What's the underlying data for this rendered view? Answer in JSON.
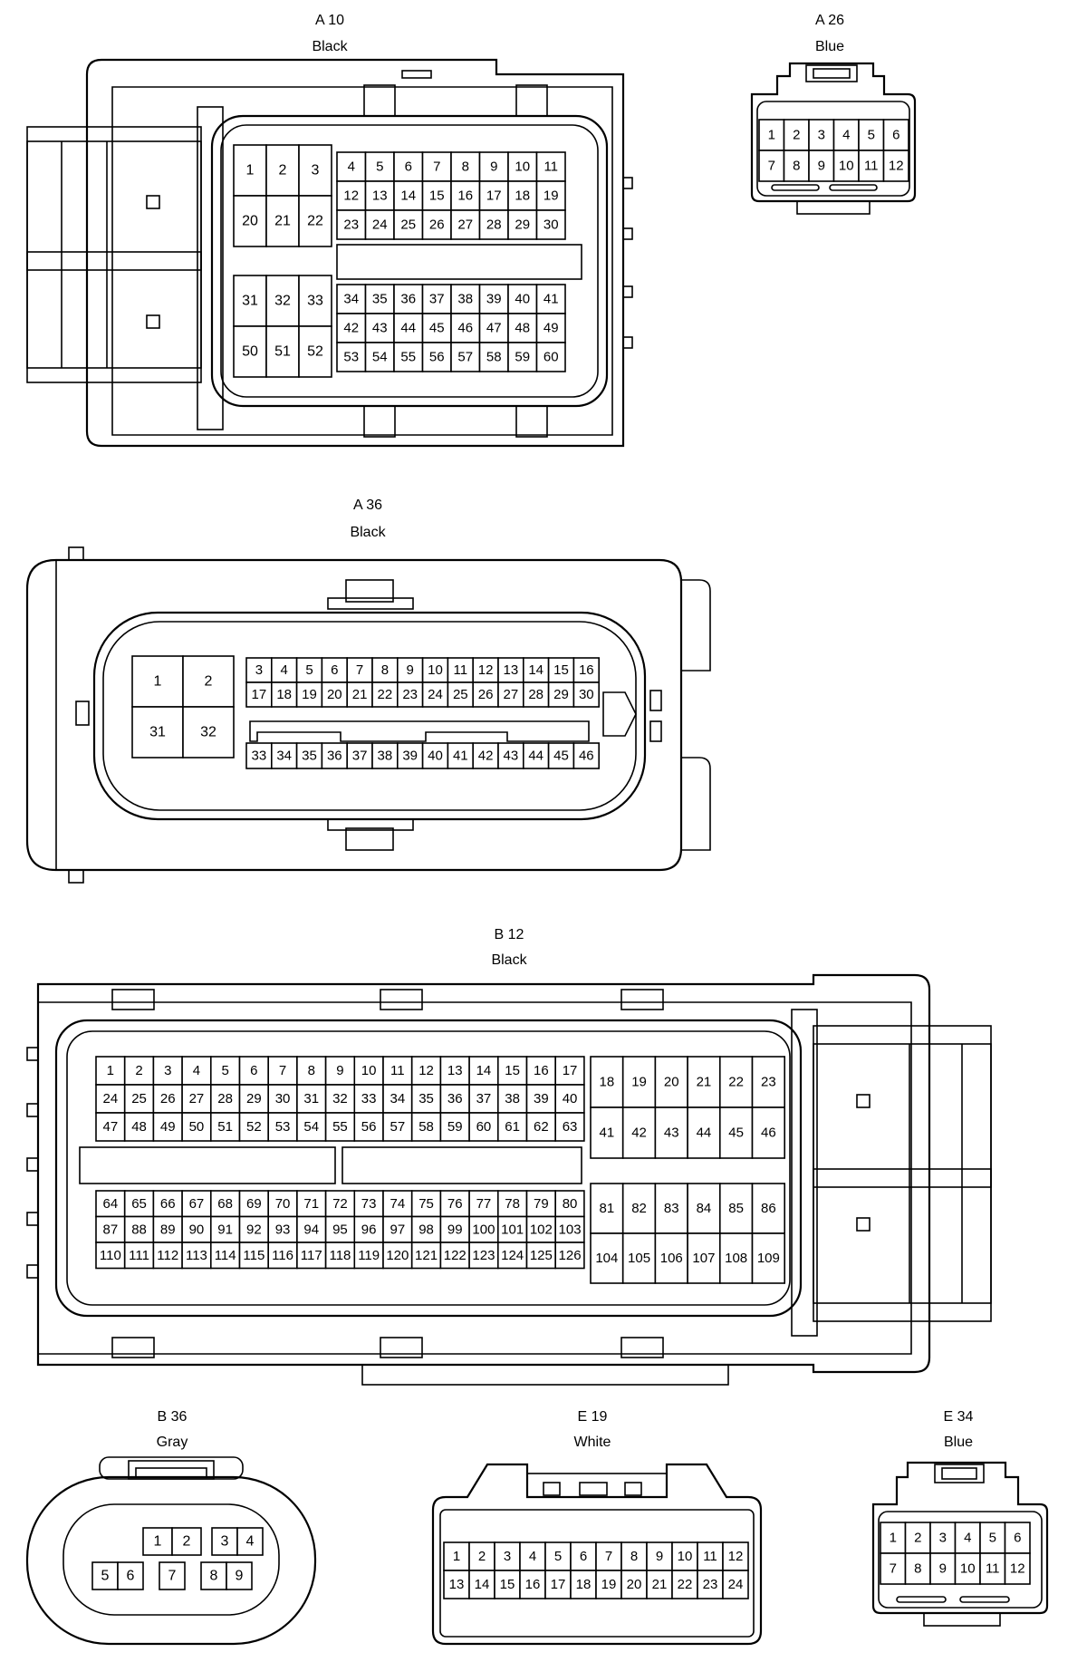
{
  "connectors": [
    {
      "id": "A10",
      "code": "A 10",
      "color": "Black",
      "pins": [
        "1",
        "2",
        "3",
        "4",
        "5",
        "6",
        "7",
        "8",
        "9",
        "10",
        "11",
        "12",
        "13",
        "14",
        "15",
        "16",
        "17",
        "18",
        "19",
        "20",
        "21",
        "22",
        "23",
        "24",
        "25",
        "26",
        "27",
        "28",
        "29",
        "30",
        "31",
        "32",
        "33",
        "34",
        "35",
        "36",
        "37",
        "38",
        "39",
        "40",
        "41",
        "42",
        "43",
        "44",
        "45",
        "46",
        "47",
        "48",
        "49",
        "50",
        "51",
        "52",
        "53",
        "54",
        "55",
        "56",
        "57",
        "58",
        "59",
        "60"
      ]
    },
    {
      "id": "A26",
      "code": "A 26",
      "color": "Blue",
      "pins": [
        "1",
        "2",
        "3",
        "4",
        "5",
        "6",
        "7",
        "8",
        "9",
        "10",
        "11",
        "12"
      ]
    },
    {
      "id": "A36",
      "code": "A 36",
      "color": "Black",
      "pins": [
        "1",
        "2",
        "3",
        "4",
        "5",
        "6",
        "7",
        "8",
        "9",
        "10",
        "11",
        "12",
        "13",
        "14",
        "15",
        "16",
        "17",
        "18",
        "19",
        "20",
        "21",
        "22",
        "23",
        "24",
        "25",
        "26",
        "27",
        "28",
        "29",
        "30",
        "31",
        "32",
        "33",
        "34",
        "35",
        "36",
        "37",
        "38",
        "39",
        "40",
        "41",
        "42",
        "43",
        "44",
        "45",
        "46"
      ]
    },
    {
      "id": "B12",
      "code": "B 12",
      "color": "Black",
      "pins": [
        "1",
        "2",
        "3",
        "4",
        "5",
        "6",
        "7",
        "8",
        "9",
        "10",
        "11",
        "12",
        "13",
        "14",
        "15",
        "16",
        "17",
        "18",
        "19",
        "20",
        "21",
        "22",
        "23",
        "24",
        "25",
        "26",
        "27",
        "28",
        "29",
        "30",
        "31",
        "32",
        "33",
        "34",
        "35",
        "36",
        "37",
        "38",
        "39",
        "40",
        "41",
        "42",
        "43",
        "44",
        "45",
        "46",
        "47",
        "48",
        "49",
        "50",
        "51",
        "52",
        "53",
        "54",
        "55",
        "56",
        "57",
        "58",
        "59",
        "60",
        "61",
        "62",
        "63",
        "64",
        "65",
        "66",
        "67",
        "68",
        "69",
        "70",
        "71",
        "72",
        "73",
        "74",
        "75",
        "76",
        "77",
        "78",
        "79",
        "80",
        "81",
        "82",
        "83",
        "84",
        "85",
        "86",
        "87",
        "88",
        "89",
        "90",
        "91",
        "92",
        "93",
        "94",
        "95",
        "96",
        "97",
        "98",
        "99",
        "100",
        "101",
        "102",
        "103",
        "104",
        "105",
        "106",
        "107",
        "108",
        "109",
        "110",
        "111",
        "112",
        "113",
        "114",
        "115",
        "116",
        "117",
        "118",
        "119",
        "120",
        "121",
        "122",
        "123",
        "124",
        "125",
        "126"
      ]
    },
    {
      "id": "B36",
      "code": "B 36",
      "color": "Gray",
      "pins": [
        "1",
        "2",
        "3",
        "4",
        "5",
        "6",
        "7",
        "8",
        "9"
      ]
    },
    {
      "id": "E19",
      "code": "E 19",
      "color": "White",
      "pins": [
        "1",
        "2",
        "3",
        "4",
        "5",
        "6",
        "7",
        "8",
        "9",
        "10",
        "11",
        "12",
        "13",
        "14",
        "15",
        "16",
        "17",
        "18",
        "19",
        "20",
        "21",
        "22",
        "23",
        "24"
      ]
    },
    {
      "id": "E34",
      "code": "E 34",
      "color": "Blue",
      "pins": [
        "1",
        "2",
        "3",
        "4",
        "5",
        "6",
        "7",
        "8",
        "9",
        "10",
        "11",
        "12"
      ]
    }
  ]
}
